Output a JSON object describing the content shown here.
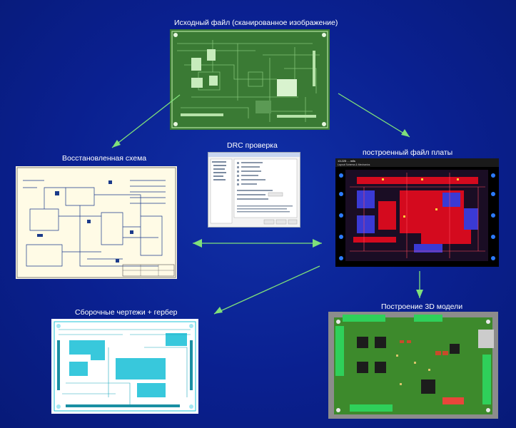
{
  "labels": {
    "source": "Исходный файл  (сканированное изображение)",
    "drc": "DRC проверка",
    "schematic": "Восстановленная схема",
    "board": "построенный файл платы",
    "assembly": "Сборочные чертежи + гербер",
    "model3d": "Построение 3D модели"
  },
  "board_header": {
    "title": "13.225 ... mils",
    "subtitle": "Layout Schema & Mechanics"
  },
  "colors": {
    "background": "#0a2090",
    "arrow": "#7fe07a",
    "label": "#ffffff"
  }
}
